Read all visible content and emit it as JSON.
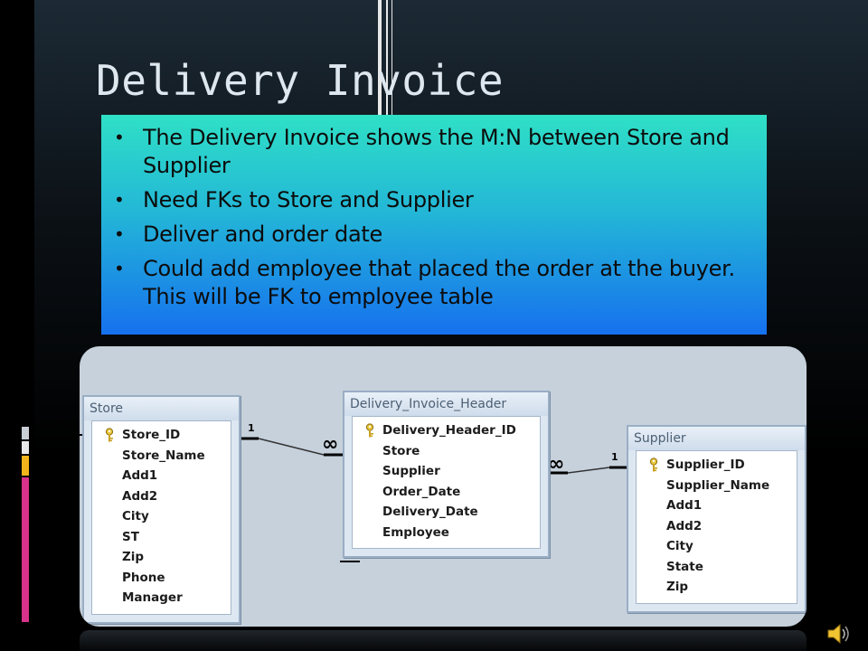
{
  "slide": {
    "title": "Delivery Invoice",
    "bullets": [
      "The Delivery Invoice shows the M:N between Store and Supplier",
      "Need FKs to Store and Supplier",
      "Deliver and order date",
      "Could add employee that placed the order at the buyer.  This will be FK to employee table"
    ]
  },
  "diagram": {
    "tables": [
      {
        "name": "Store",
        "fields": [
          "Store_ID",
          "Store_Name",
          "Add1",
          "Add2",
          "City",
          "ST",
          "Zip",
          "Phone",
          "Manager"
        ],
        "primary_key": "Store_ID"
      },
      {
        "name": "Delivery_Invoice_Header",
        "fields": [
          "Delivery_Header_ID",
          "Store",
          "Supplier",
          "Order_Date",
          "Delivery_Date",
          "Employee"
        ],
        "primary_key": "Delivery_Header_ID"
      },
      {
        "name": "Supplier",
        "fields": [
          "Supplier_ID",
          "Supplier_Name",
          "Add1",
          "Add2",
          "City",
          "State",
          "Zip"
        ],
        "primary_key": "Supplier_ID"
      }
    ],
    "relationships": [
      {
        "one_label": "1",
        "many_label": "∞"
      },
      {
        "one_label": "1",
        "many_label": "∞"
      }
    ]
  },
  "icons": {
    "sound": "speaker-icon",
    "key": "key-icon"
  },
  "colors": {
    "title": "#dfe7ee",
    "bullet_gradient_top": "#2fe0c6",
    "bullet_gradient_bottom": "#1671ee",
    "diagram_bg": "#c6d1dc"
  }
}
